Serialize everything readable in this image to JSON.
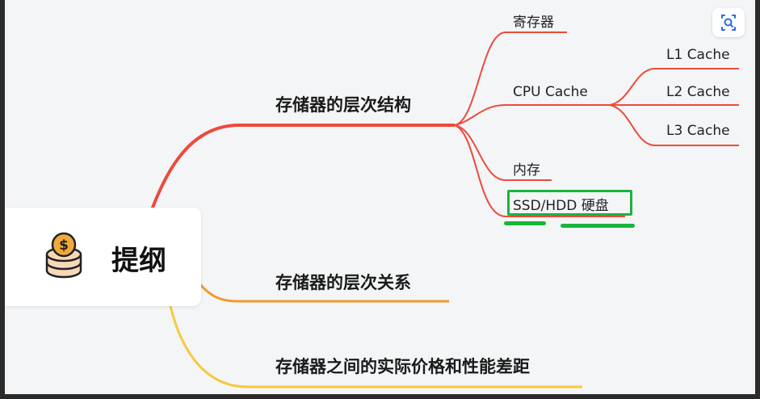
{
  "root": {
    "label": "提纲",
    "icon": "coins-icon"
  },
  "branches": [
    {
      "label": "存储器的层次结构",
      "color": "#ee4a3b",
      "children": [
        {
          "label": "寄存器"
        },
        {
          "label": "CPU Cache",
          "children": [
            {
              "label": "L1 Cache"
            },
            {
              "label": "L2 Cache"
            },
            {
              "label": "L3 Cache"
            }
          ]
        },
        {
          "label": "内存"
        },
        {
          "label": "SSD/HDD 硬盘",
          "highlighted": true
        }
      ]
    },
    {
      "label": "存储器的层次关系",
      "color": "#f39a2c"
    },
    {
      "label": "存储器之间的实际价格和性能差距",
      "color": "#f8c93c"
    }
  ],
  "toolbar": {
    "scan_icon": "image-scan-icon"
  },
  "colors": {
    "highlight": "#19b53b",
    "background": "#f4f5f7",
    "frame": "#2b2b2b"
  }
}
